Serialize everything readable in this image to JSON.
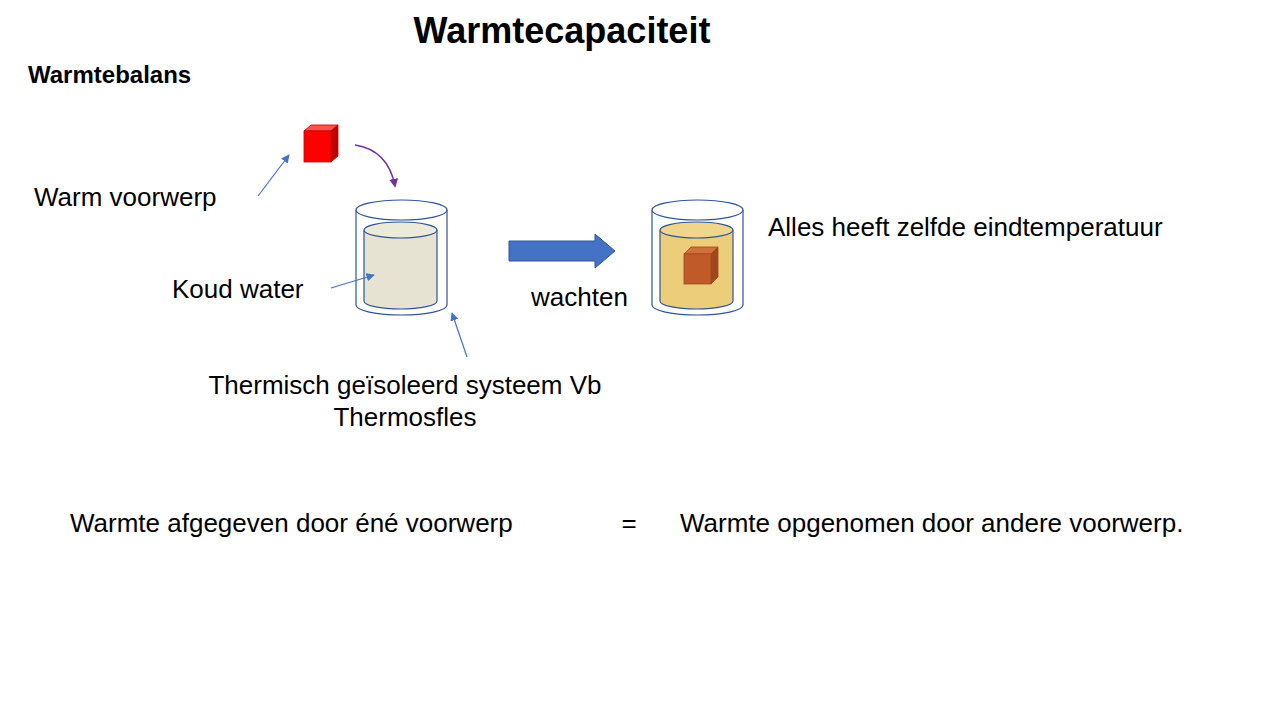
{
  "diagram": {
    "title": "Warmtecapaciteit",
    "labels": [
      "Warmtebalans",
      "Warm voorwerp",
      "Koud water",
      "Thermisch geïsoleerd systeem Vb Thermosfles",
      "wachten",
      "Alles heeft zelfde eindtemperatuur",
      "Warmte afgegeven door éné voorwerp",
      "=",
      "Warmte opgenomen door andere voorwerp."
    ]
  }
}
